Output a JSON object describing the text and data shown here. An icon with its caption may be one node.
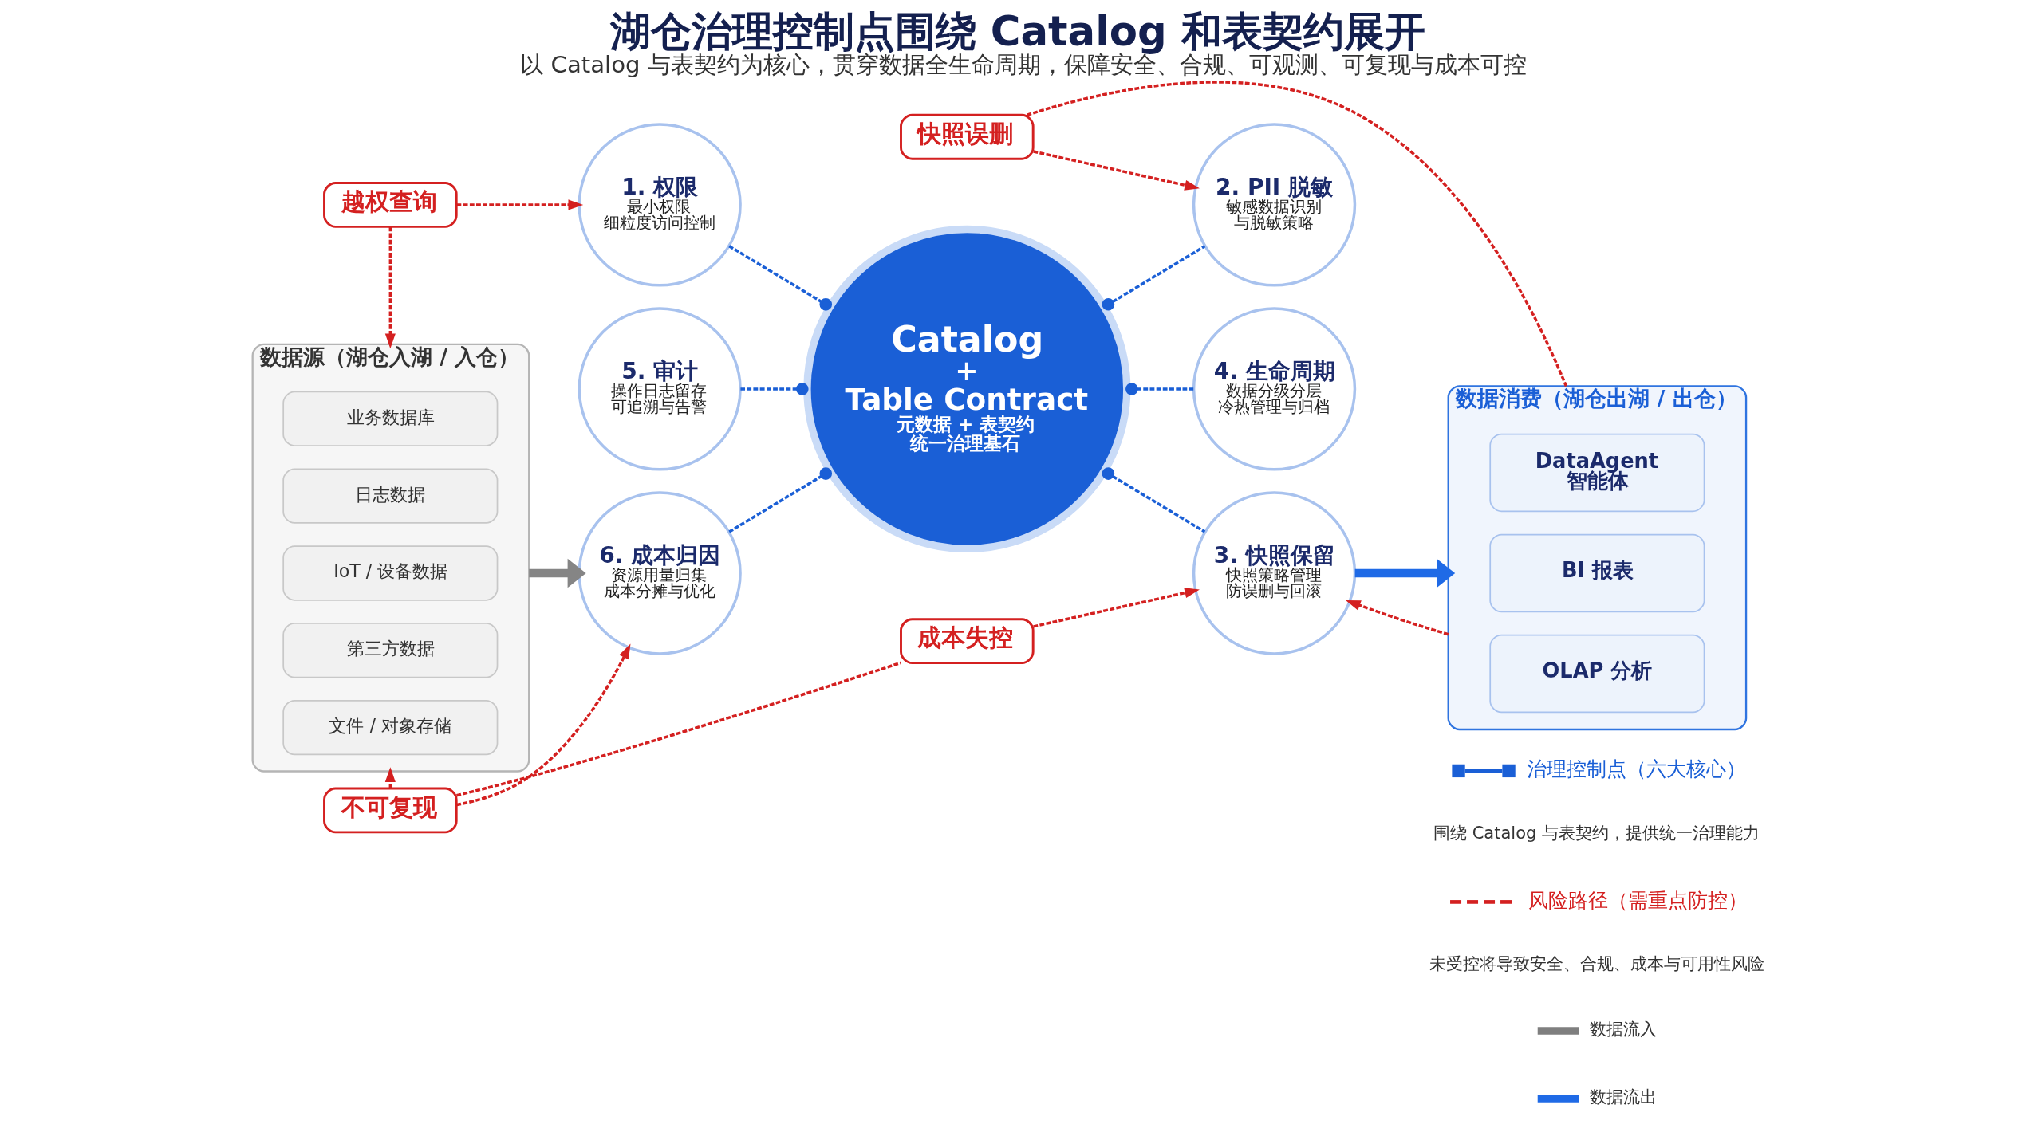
{
  "diagram": {
    "title": "湖仓治理控制点围绕 Catalog 和表契约展开",
    "caption": "以 Catalog 与表契约为核心，贯穿数据全生命周期，保障安全、合规、可观测、可复现与成本可控",
    "nodes": [
      {
        "text": [
          "越权查询"
        ]
      },
      {
        "text": [
          "1. 权限",
          "最小权限",
          "细粒度访问控制"
        ]
      },
      {
        "text": [
          "2. PII 脱敏",
          "敏感数据识别",
          "与脱敏策略"
        ]
      },
      {
        "text": [
          "快照误删"
        ]
      },
      {
        "text": [
          "数据源（湖仓入湖 / 入仓）"
        ]
      },
      {
        "text": [
          "业务数据库"
        ],
        "in": 4
      },
      {
        "text": [
          "日志数据"
        ],
        "in": 4
      },
      {
        "text": [
          "IoT / 设备数据"
        ],
        "in": 4
      },
      {
        "text": [
          "第三方数据"
        ],
        "in": 4
      },
      {
        "text": [
          "文件 / 对象存储"
        ],
        "in": 4
      },
      {
        "text": [
          "数据消费（湖仓出湖 / 出仓）"
        ]
      },
      {
        "text": [
          "DataAgent",
          "智能体"
        ],
        "in": 10
      },
      {
        "text": [
          "BI 报表"
        ],
        "in": 10
      },
      {
        "text": [
          "OLAP 分析"
        ],
        "in": 10
      },
      {
        "text": [
          "6. 成本归因",
          "资源用量归集",
          "成本分摊与优化"
        ]
      },
      {
        "text": [
          "Catalog",
          "+",
          "Table Contract",
          "元数据 + 表契约",
          "统一治理基石"
        ]
      },
      {
        "text": [
          "3. 快照保留",
          "快照策略管理",
          "防误删与回滚"
        ]
      },
      {
        "text": [
          "5. 审计",
          "操作日志留存",
          "可追溯与告警"
        ]
      },
      {
        "text": [
          "4. 生命周期",
          "数据分级分层",
          "冷热管理与归档"
        ]
      },
      {
        "text": [
          "不可复现"
        ]
      },
      {
        "text": [
          "成本失控"
        ]
      }
    ],
    "edges": [
      {
        "from": 0,
        "to": 4,
        "arrow": "to",
        "style": "dashed"
      },
      {
        "from": 0,
        "to": 1,
        "arrow": "to",
        "style": "dashed"
      },
      {
        "from": 3,
        "to": 2,
        "arrow": "to",
        "style": "dashed"
      },
      {
        "from": 3,
        "to": 10,
        "arrow": "none",
        "style": "dashed"
      },
      {
        "from": 4,
        "to": 14,
        "arrow": "to",
        "style": "thick",
        "color": "#858585"
      },
      {
        "from": 14,
        "to": 15,
        "arrow": "other",
        "style": "dashed",
        "color": "#1a5fd6"
      },
      {
        "from": 1,
        "to": 15,
        "arrow": "other",
        "style": "dashed",
        "color": "#1a5fd6"
      },
      {
        "from": 15,
        "to": 2,
        "arrow": "other",
        "style": "dashed",
        "color": "#1a5fd6"
      },
      {
        "from": 15,
        "to": 16,
        "arrow": "other",
        "style": "dashed",
        "color": "#1a5fd6"
      },
      {
        "from": 15,
        "to": 18,
        "arrow": "other",
        "style": "dashed",
        "color": "#1a5fd6"
      },
      {
        "from": 17,
        "to": 15,
        "arrow": "other",
        "style": "dashed",
        "color": "#1a5fd6"
      },
      {
        "from": 16,
        "to": 10,
        "arrow": "to",
        "style": "thick",
        "color": "#1f6ae6"
      },
      {
        "from": 19,
        "to": 4,
        "arrow": "to",
        "style": "dashed"
      },
      {
        "from": 19,
        "to": 14,
        "arrow": "to",
        "style": "dashed"
      },
      {
        "from": 19,
        "to": 20,
        "arrow": "none",
        "style": "dashed"
      },
      {
        "from": 20,
        "to": 16,
        "arrow": "to",
        "style": "dashed"
      },
      {
        "from": 10,
        "to": 16,
        "arrow": "to",
        "style": "dashed"
      }
    ],
    "labels": [
      "围绕 Catalog 与表契约，提供统一治理能力",
      "未受控将导致安全、合规、成本与可用性风险"
    ],
    "legend": [
      {
        "text": "治理控制点（六大核心）"
      },
      {
        "text": "风险路径（需重点防控）"
      },
      {
        "text": "数据流入"
      },
      {
        "text": "数据流出"
      }
    ]
  }
}
